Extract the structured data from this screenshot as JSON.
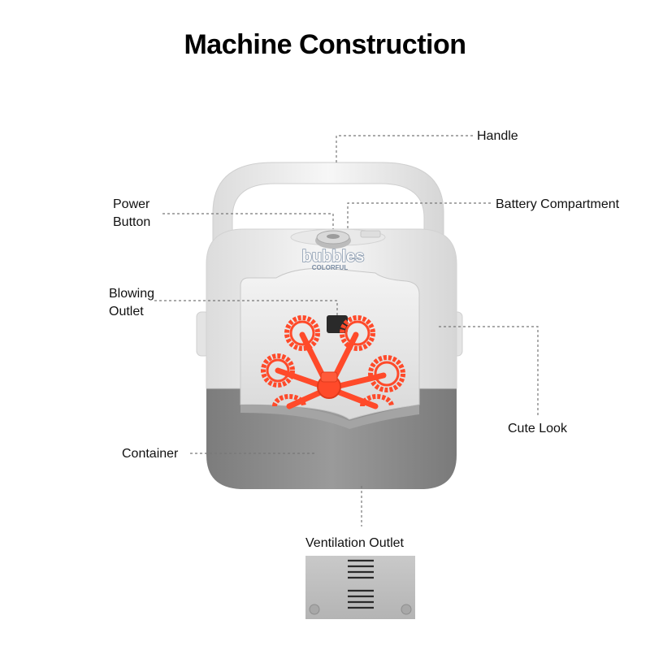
{
  "title": "Machine Construction",
  "product": {
    "brand": "bubbles",
    "sub_brand": "COLORFUL"
  },
  "labels": {
    "handle": "Handle",
    "power_button_line1": "Power",
    "power_button_line2": "Button",
    "battery_compartment": "Battery Compartment",
    "blowing_outlet_line1": "Blowing",
    "blowing_outlet_line2": "Outlet",
    "cute_look": "Cute Look",
    "container": "Container",
    "ventilation_outlet": "Ventilation Outlet"
  },
  "colors": {
    "body_white": "#f2f2f2",
    "body_gray": "#8e8e8e",
    "wand_red": "#ff4a2a",
    "cavity": "#e6e6e6",
    "brand_blue": "#8a9bb0"
  }
}
